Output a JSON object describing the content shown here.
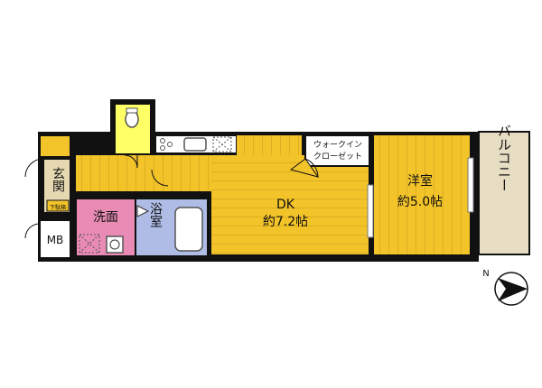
{
  "rooms": {
    "entrance": "玄関",
    "shoe_storage": "下駄箱",
    "washroom": "洗面",
    "bathroom": "浴室",
    "meter_box": "MB",
    "dining_kitchen": {
      "name": "DK",
      "size": "約7.2帖"
    },
    "walk_in_closet": {
      "line1": "ウォークイン",
      "line2": "クローゼット"
    },
    "western_room": {
      "name": "洋室",
      "size": "約5.0帖"
    },
    "balcony": "バルコニー"
  },
  "compass": {
    "north_label": "N"
  },
  "colors": {
    "floor_yellow": "#f3c42a",
    "floor_stripe": "#c8961a",
    "wall": "#111111",
    "washroom_pink": "#e98bb4",
    "bathroom_blue": "#aebce6",
    "toilet_yellow": "#ffff66",
    "entrance_tan": "#e6d9b2",
    "balcony_tan": "#e6ddc2"
  }
}
